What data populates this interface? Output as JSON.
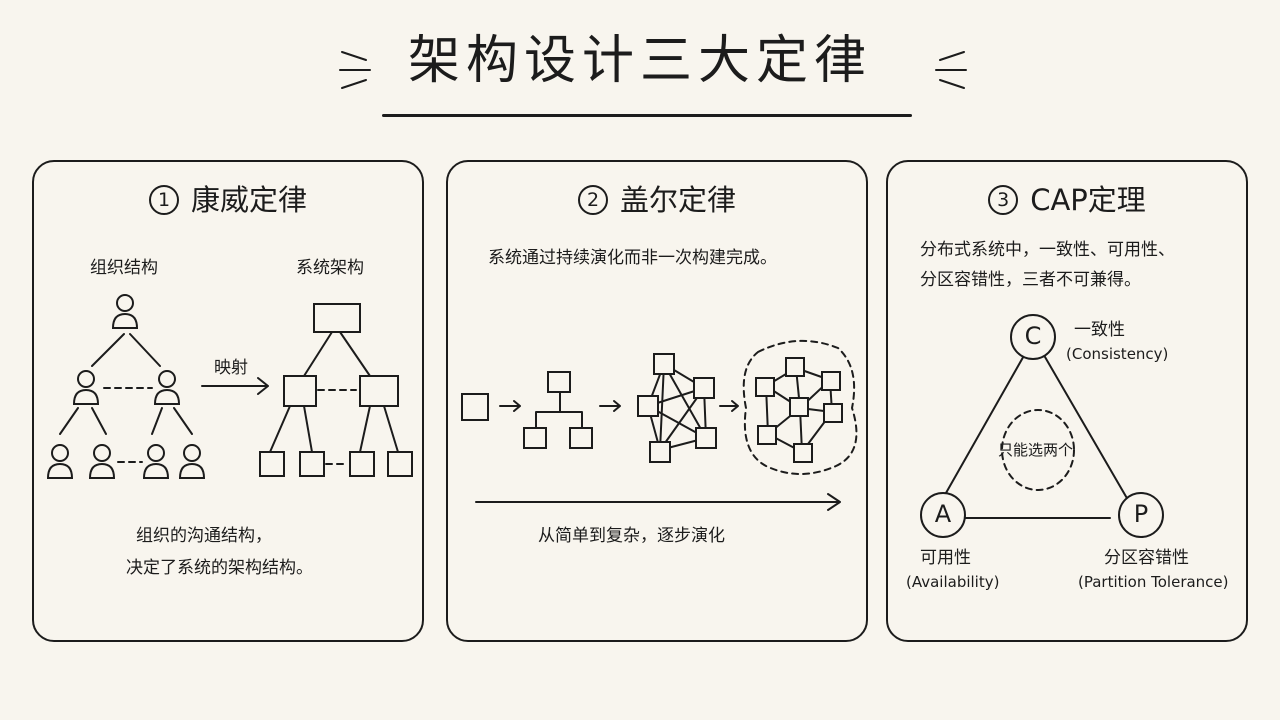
{
  "title": "架构设计三大定律",
  "panel1": {
    "number": "1",
    "title": "康威定律",
    "left_label": "组织结构",
    "right_label": "系统架构",
    "arrow_label": "映射",
    "desc_line1": "组织的沟通结构，",
    "desc_line2": "决定了系统的架构结构。"
  },
  "panel2": {
    "number": "2",
    "title": "盖尔定律",
    "desc": "系统通过持续演化而非一次构建完成。",
    "timeline_label": "从简单到复杂，逐步演化"
  },
  "panel3": {
    "number": "3",
    "title": "CAP定理",
    "desc_line1": "分布式系统中，一致性、可用性、",
    "desc_line2": "分区容错性，三者不可兼得。",
    "c": {
      "letter": "C",
      "name": "一致性",
      "english": "(Consistency)"
    },
    "a": {
      "letter": "A",
      "name": "可用性",
      "english": "(Availability)"
    },
    "p": {
      "letter": "P",
      "name": "分区容错性",
      "english": "(Partition Tolerance)"
    },
    "center_label": "只能选两个"
  }
}
